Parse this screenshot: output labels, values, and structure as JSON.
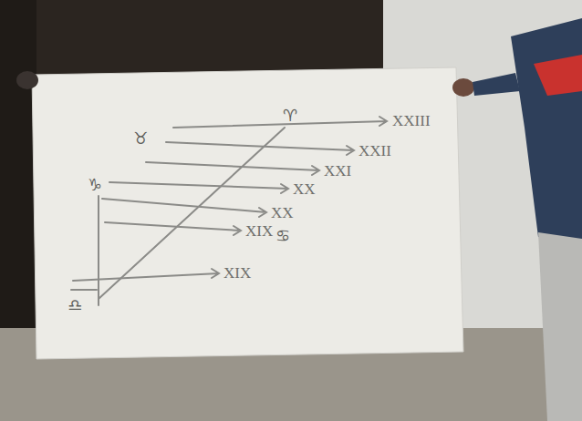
{
  "diagram": {
    "labels": [
      "♈",
      "♉",
      "♑",
      "♎",
      "XXIII",
      "XXII",
      "XXI",
      "XX",
      "XX",
      "XIX",
      "♋",
      "XIX"
    ]
  }
}
